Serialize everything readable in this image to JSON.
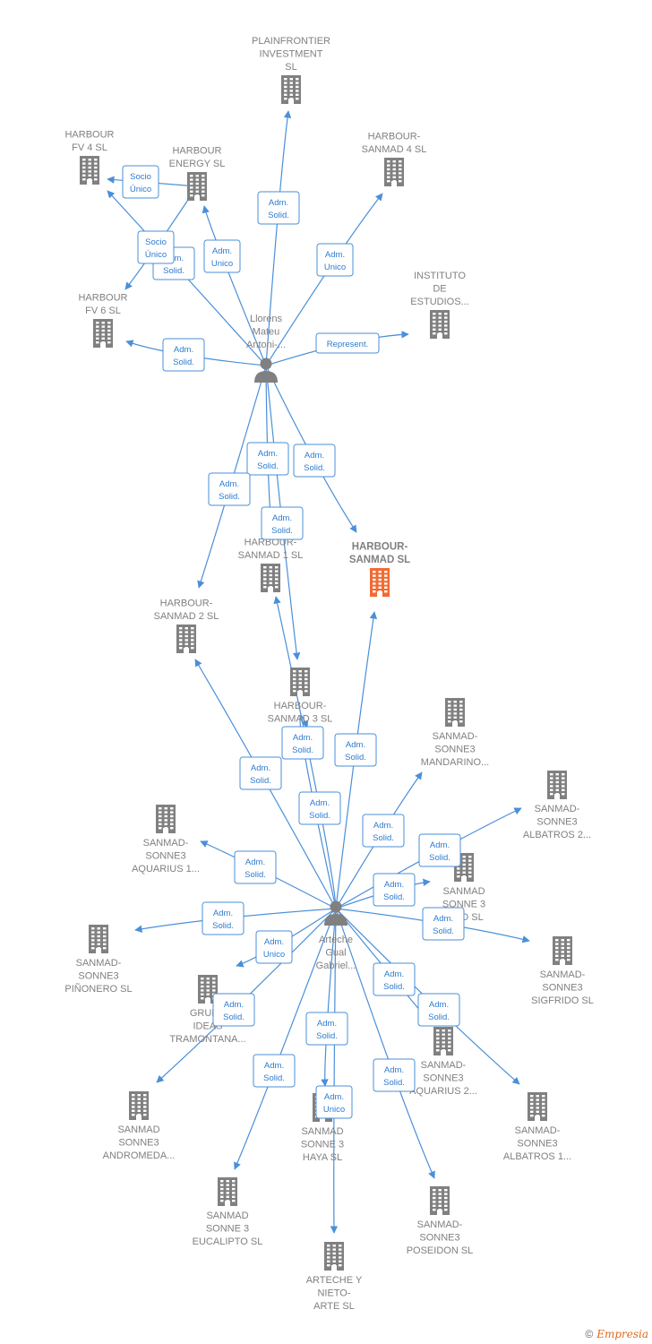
{
  "colors": {
    "edge": "#4a8fd9",
    "edge_label": "#2e7bcf",
    "node": "#808080",
    "node_focus": "#f26a32",
    "text": "#808080"
  },
  "nodes": [
    {
      "id": "plainfrontier",
      "lines": [
        "PLAINFRONTIER",
        "INVESTMENT",
        "SL"
      ],
      "icon": "building"
    },
    {
      "id": "harbour_fv4",
      "lines": [
        "HARBOUR",
        "FV 4  SL"
      ],
      "icon": "building"
    },
    {
      "id": "harbour_energy",
      "lines": [
        "HARBOUR",
        "ENERGY  SL"
      ],
      "icon": "building"
    },
    {
      "id": "harbour_sanmad4",
      "lines": [
        "HARBOUR-",
        "SANMAD 4  SL"
      ],
      "icon": "building"
    },
    {
      "id": "harbour_fv6",
      "lines": [
        "HARBOUR",
        "FV 6  SL"
      ],
      "icon": "building"
    },
    {
      "id": "instituto",
      "lines": [
        "INSTITUTO",
        "DE",
        "ESTUDIOS..."
      ],
      "icon": "building"
    },
    {
      "id": "llorens",
      "lines": [
        "Llorens",
        "Mateu",
        "Antoni-..."
      ],
      "icon": "person"
    },
    {
      "id": "harbour_sanmad1",
      "lines": [
        "HARBOUR-",
        "SANMAD 1  SL"
      ],
      "icon": "building"
    },
    {
      "id": "harbour_sanmad",
      "lines": [
        "HARBOUR-",
        "SANMAD  SL"
      ],
      "icon": "building",
      "focus": true
    },
    {
      "id": "harbour_sanmad2",
      "lines": [
        "HARBOUR-",
        "SANMAD 2  SL"
      ],
      "icon": "building"
    },
    {
      "id": "harbour_sanmad3",
      "lines": [
        "HARBOUR-",
        "SANMAD 3  SL"
      ],
      "icon": "building"
    },
    {
      "id": "mandarino",
      "lines": [
        "SANMAD-",
        "SONNE3",
        "MANDARINO..."
      ],
      "icon": "building"
    },
    {
      "id": "albatros2",
      "lines": [
        "SANMAD-",
        "SONNE3",
        "ALBATROS 2..."
      ],
      "icon": "building"
    },
    {
      "id": "aquarius1",
      "lines": [
        "SANMAD-",
        "SONNE3",
        "AQUARIUS 1..."
      ],
      "icon": "building"
    },
    {
      "id": "sonne3_pino",
      "lines": [
        "SANMAD",
        "SONNE 3",
        "PIÑO  SL"
      ],
      "icon": "building"
    },
    {
      "id": "arteche",
      "lines": [
        "Arteche",
        "Gual",
        "Gabriel..."
      ],
      "icon": "person"
    },
    {
      "id": "pinonero",
      "lines": [
        "SANMAD-",
        "SONNE3",
        "PIÑONERO  SL"
      ],
      "icon": "building"
    },
    {
      "id": "sigfrido",
      "lines": [
        "SANMAD-",
        "SONNE3",
        "SIGFRIDO  SL"
      ],
      "icon": "building"
    },
    {
      "id": "grupo_ideas",
      "lines": [
        "GRUPO",
        "IDEAS",
        "TRAMONTANA..."
      ],
      "icon": "building"
    },
    {
      "id": "aquarius2",
      "lines": [
        "SANMAD-",
        "SONNE3",
        "AQUARIUS 2..."
      ],
      "icon": "building"
    },
    {
      "id": "andromeda",
      "lines": [
        "SANMAD",
        "SONNE3",
        "ANDROMEDA..."
      ],
      "icon": "building"
    },
    {
      "id": "haya",
      "lines": [
        "SANMAD",
        "SONNE 3",
        "HAYA  SL"
      ],
      "icon": "building"
    },
    {
      "id": "albatros1",
      "lines": [
        "SANMAD-",
        "SONNE3",
        "ALBATROS 1..."
      ],
      "icon": "building"
    },
    {
      "id": "eucalipto",
      "lines": [
        "SANMAD",
        "SONNE 3",
        "EUCALIPTO  SL"
      ],
      "icon": "building"
    },
    {
      "id": "poseidon",
      "lines": [
        "SANMAD-",
        "SONNE3",
        "POSEIDON  SL"
      ],
      "icon": "building"
    },
    {
      "id": "arteche_nieto",
      "lines": [
        "ARTECHE Y",
        "NIETO-",
        "ARTE  SL"
      ],
      "icon": "building"
    }
  ],
  "edges": [
    {
      "from": "llorens",
      "to": "plainfrontier",
      "label": [
        "Adm.",
        "Solid."
      ]
    },
    {
      "from": "llorens",
      "to": "harbour_sanmad4",
      "label": [
        "Adm.",
        "Unico"
      ]
    },
    {
      "from": "llorens",
      "to": "harbour_energy",
      "label": [
        "Adm.",
        "Unico"
      ]
    },
    {
      "from": "llorens",
      "to": "harbour_fv6",
      "label": [
        "Adm.",
        "Solid."
      ]
    },
    {
      "from": "llorens",
      "to": "harbour_fv4",
      "label": [
        "Adm.",
        "Solid."
      ]
    },
    {
      "from": "llorens",
      "to": "instituto",
      "label": [
        "Represent."
      ]
    },
    {
      "from": "harbour_energy",
      "to": "harbour_fv4",
      "label": [
        "Socio",
        "Único"
      ]
    },
    {
      "from": "harbour_energy",
      "to": "harbour_fv6",
      "label": [
        "Socio",
        "Único"
      ]
    },
    {
      "from": "llorens",
      "to": "harbour_sanmad",
      "label": [
        "Adm.",
        "Solid."
      ]
    },
    {
      "from": "llorens",
      "to": "harbour_sanmad1",
      "label": [
        "Adm.",
        "Solid."
      ]
    },
    {
      "from": "llorens",
      "to": "harbour_sanmad2",
      "label": [
        "Adm.",
        "Solid."
      ]
    },
    {
      "from": "llorens",
      "to": "harbour_sanmad3",
      "label": [
        "Adm.",
        "Solid."
      ]
    },
    {
      "from": "arteche",
      "to": "harbour_sanmad2",
      "label": [
        "Adm.",
        "Solid."
      ]
    },
    {
      "from": "arteche",
      "to": "harbour_sanmad3",
      "label": [
        "Adm.",
        "Solid."
      ]
    },
    {
      "from": "arteche",
      "to": "harbour_sanmad1",
      "label": [
        "Adm.",
        "Solid."
      ]
    },
    {
      "from": "arteche",
      "to": "harbour_sanmad",
      "label": [
        "Adm.",
        "Solid."
      ]
    },
    {
      "from": "arteche",
      "to": "mandarino",
      "label": [
        "Adm.",
        "Solid."
      ]
    },
    {
      "from": "arteche",
      "to": "albatros2",
      "label": [
        "Adm.",
        "Solid."
      ]
    },
    {
      "from": "arteche",
      "to": "sonne3_pino",
      "label": [
        "Adm.",
        "Solid."
      ]
    },
    {
      "from": "arteche",
      "to": "aquarius1",
      "label": [
        "Adm.",
        "Solid."
      ]
    },
    {
      "from": "arteche",
      "to": "pinonero",
      "label": [
        "Adm.",
        "Solid."
      ]
    },
    {
      "from": "arteche",
      "to": "sigfrido",
      "label": [
        "Adm.",
        "Solid."
      ]
    },
    {
      "from": "arteche",
      "to": "grupo_ideas",
      "label": [
        "Adm.",
        "Unico"
      ]
    },
    {
      "from": "arteche",
      "to": "andromeda",
      "label": [
        "Adm.",
        "Solid."
      ]
    },
    {
      "from": "arteche",
      "to": "aquarius2",
      "label": [
        "Adm.",
        "Solid."
      ]
    },
    {
      "from": "arteche",
      "to": "albatros1",
      "label": [
        "Adm.",
        "Solid."
      ]
    },
    {
      "from": "arteche",
      "to": "haya",
      "label": [
        "Adm.",
        "Solid."
      ]
    },
    {
      "from": "arteche",
      "to": "eucalipto",
      "label": [
        "Adm.",
        "Solid."
      ]
    },
    {
      "from": "arteche",
      "to": "poseidon",
      "label": [
        "Adm.",
        "Solid."
      ]
    },
    {
      "from": "arteche",
      "to": "arteche_nieto",
      "label": [
        "Adm.",
        "Unico"
      ]
    }
  ],
  "footer": {
    "copyright": "©",
    "brand": "Empresia"
  }
}
